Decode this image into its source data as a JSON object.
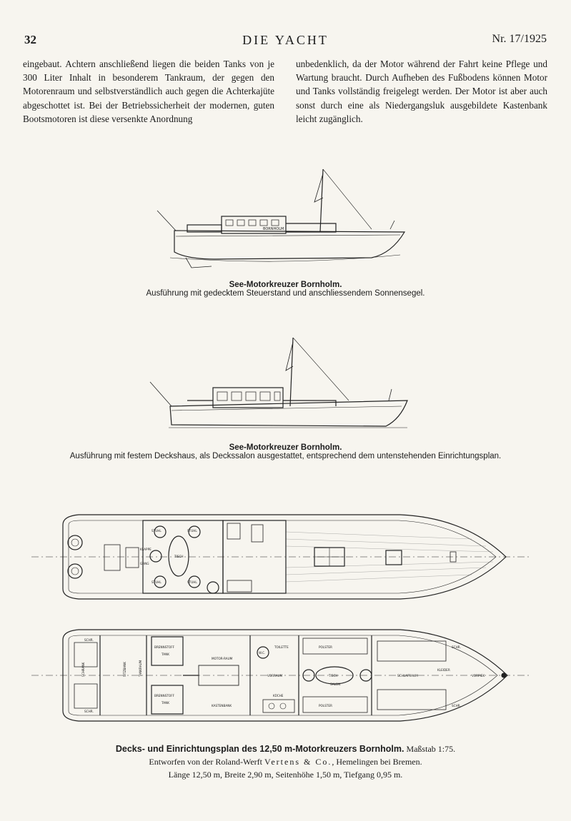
{
  "header": {
    "page_number": "32",
    "journal": "DIE YACHT",
    "issue": "Nr. 17/1925"
  },
  "body": {
    "left_column": "eingebaut. Achtern anschließend liegen die beiden Tanks von je 300 Liter Inhalt in besonderem Tankraum, der gegen den Motorenraum und selbstverständlich auch gegen die Achterkajüte abgeschottet ist. Bei der Betriebssicherheit der modernen, guten Bootsmotoren ist diese versenkte Anordnung",
    "right_column": "unbedenklich, da der Motor während der Fahrt keine Pflege und Wartung braucht. Durch Aufheben des Fußbodens können Motor und Tanks vollständig freigelegt werden. Der Motor ist aber auch sonst durch eine als Niedergangsluk ausgebildete Kastenbank leicht zugänglich."
  },
  "figure1": {
    "boat_name_label": "BORNHOLM",
    "caption_title": "See-Motorkreuzer Bornholm.",
    "caption_text": "Ausführung mit gedecktem Steuerstand und anschliessendem Sonnensegel."
  },
  "figure2": {
    "caption_title": "See-Motorkreuzer Bornholm.",
    "caption_text": "Ausführung mit festem Deckshaus, als Deckssalon ausgestattet, entsprechend dem untenstehenden Einrichtungsplan."
  },
  "deck_plan": {
    "labels": {
      "tisch": "TISCH",
      "stuhl_a": "STUHL",
      "stuhl_b": "STUHL",
      "stuhl_c": "STUHL",
      "stuhl_d": "STUHL",
      "klappe": "KLAPPE",
      "gang": "GANG"
    }
  },
  "interior_plan": {
    "labels": {
      "schrank": "SCHRANK",
      "schr_a": "SCHR.",
      "schr_b": "SCHR.",
      "schr_c": "SCHR.",
      "schr_d": "SCHR.",
      "sitzbank": "SITZBANK",
      "tankraum": "TANKRAUM",
      "brennstoff_a": "BRENNSTOFF",
      "brennstoff_b": "BRENNSTOFF",
      "tank_a": "TANK",
      "tank_b": "TANK",
      "motor_raum": "MOTOR-RAUM",
      "kastenbank": "KASTENBANK",
      "wc": "W.C.",
      "toilette": "TOILETTE",
      "vorraum": "VORRAUM",
      "kuche": "KÜCHE",
      "tisch": "TISCH",
      "salon": "SALON",
      "schlafraum": "SCHLAFRAUM",
      "kleider": "KLEIDER",
      "vorpiek": "VORPIEK",
      "polster_a": "POLSTER",
      "polster_b": "POLSTER"
    }
  },
  "bottom_caption": {
    "line1_bold": "Decks- und Einrichtungsplan des 12,50 m-Motorkreuzers Bornholm.",
    "line1_scale": "Maßstab 1:75.",
    "line2_pre": "Entworfen von der Roland-Werft",
    "line2_name": "Vertens & Co.",
    "line2_post": ", Hemelingen bei Bremen.",
    "line3": "Länge 12,50 m, Breite 2,90 m, Seitenhöhe 1,50 m, Tiefgang 0,95 m."
  }
}
